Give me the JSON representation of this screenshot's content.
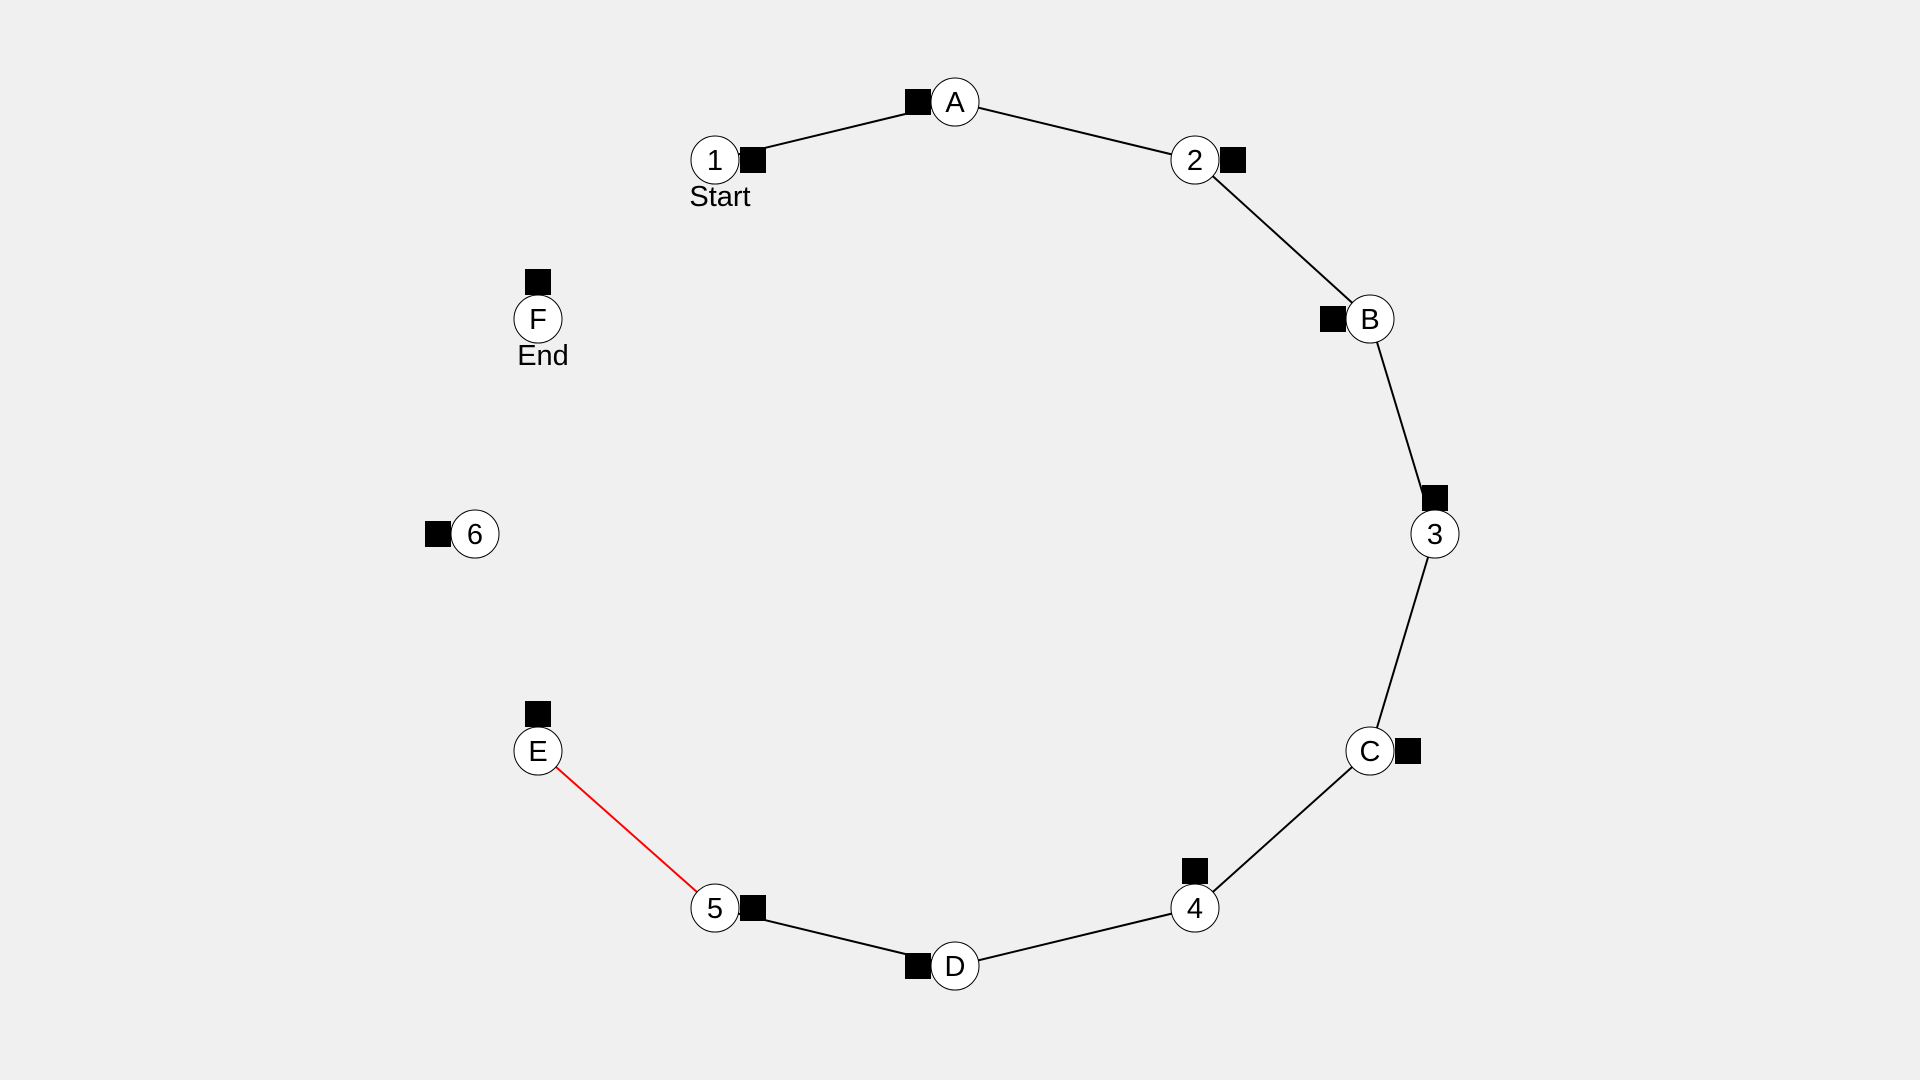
{
  "colors": {
    "background": "#f0f0f0",
    "edge": "#000000",
    "current_edge": "#ff0000",
    "marker": "#000000",
    "node_fill": "#ffffff"
  },
  "nodes": [
    {
      "id": "1",
      "label": "1",
      "caption": "Start"
    },
    {
      "id": "A",
      "label": "A"
    },
    {
      "id": "2",
      "label": "2"
    },
    {
      "id": "B",
      "label": "B"
    },
    {
      "id": "3",
      "label": "3"
    },
    {
      "id": "C",
      "label": "C"
    },
    {
      "id": "4",
      "label": "4"
    },
    {
      "id": "D",
      "label": "D"
    },
    {
      "id": "5",
      "label": "5"
    },
    {
      "id": "E",
      "label": "E"
    },
    {
      "id": "6",
      "label": "6"
    },
    {
      "id": "F",
      "label": "F",
      "caption": "End"
    }
  ],
  "edges": [
    {
      "from": "1",
      "to": "A",
      "color": "#000000"
    },
    {
      "from": "A",
      "to": "2",
      "color": "#000000"
    },
    {
      "from": "2",
      "to": "B",
      "color": "#000000"
    },
    {
      "from": "B",
      "to": "3",
      "color": "#000000"
    },
    {
      "from": "3",
      "to": "C",
      "color": "#000000"
    },
    {
      "from": "C",
      "to": "4",
      "color": "#000000"
    },
    {
      "from": "4",
      "to": "D",
      "color": "#000000"
    },
    {
      "from": "D",
      "to": "5",
      "color": "#000000"
    },
    {
      "from": "5",
      "to": "E",
      "color": "#ff0000"
    }
  ]
}
